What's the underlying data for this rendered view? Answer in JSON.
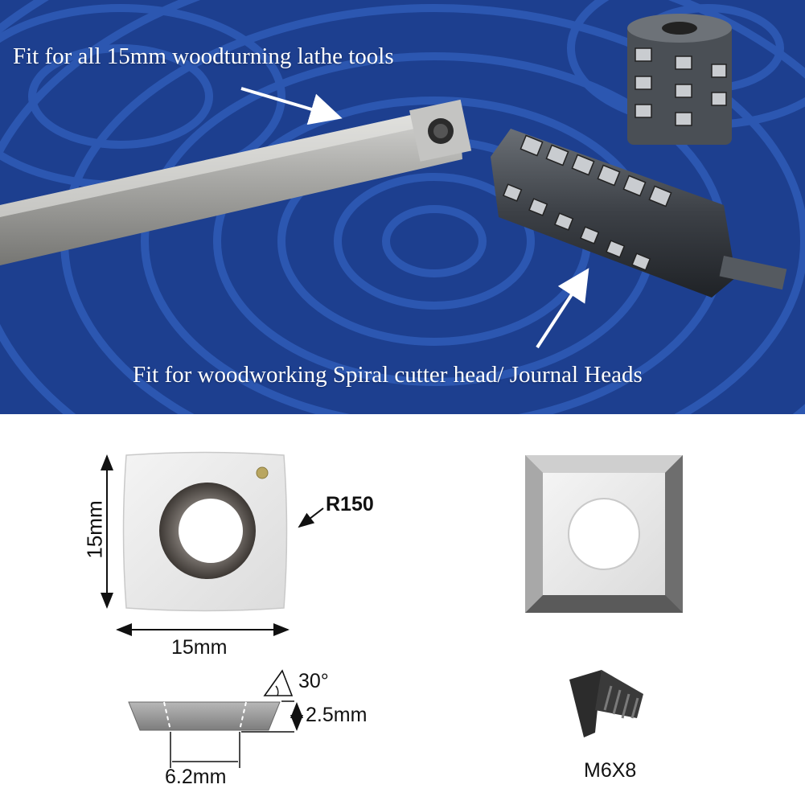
{
  "hero": {
    "caption_lathe": "Fit for all 15mm woodturning lathe tools",
    "caption_cutter": "Fit for woodworking Spiral cutter head/ Journal Heads"
  },
  "specs": {
    "radius": "R150",
    "height": "15mm",
    "width": "15mm",
    "angle": "30°",
    "thickness": "2.5mm",
    "hole_width": "6.2mm",
    "screw": "M6X8"
  },
  "colors": {
    "background_blue": "#1d3f8f",
    "grain_blue": "#2f5bb5"
  }
}
